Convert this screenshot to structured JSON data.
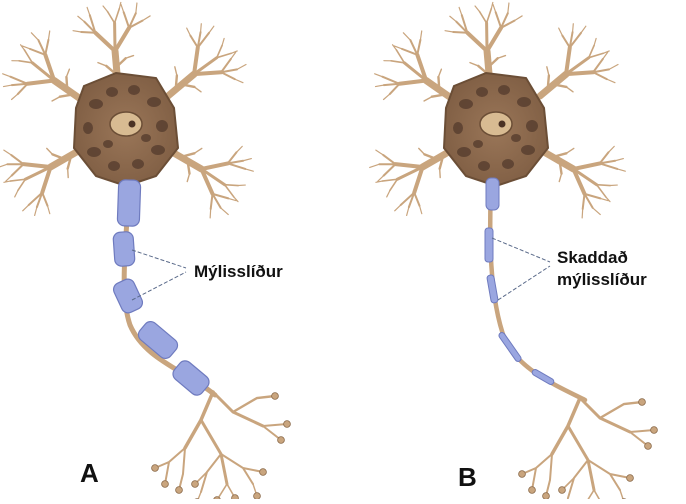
{
  "figure": {
    "panel_a": {
      "letter": "A",
      "callout": "Mýlisslíður"
    },
    "panel_b": {
      "letter": "B",
      "callout_line1": "Skaddað",
      "callout_line2": "mýlisslíður"
    }
  },
  "colors": {
    "neuron_fill": "#c9a57e",
    "neuron_outline": "#8a6a4a",
    "nucleus": "#5a4030",
    "myelin": "#9aa6e0",
    "myelin_outline": "#6f7bbf",
    "leader_line": "#5a6a8a"
  }
}
